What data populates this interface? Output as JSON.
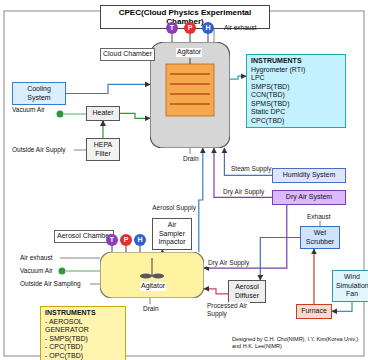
{
  "diagram": {
    "title": "CPEC(Cloud Physics Experimental Chamber)",
    "nodes": [
      {
        "text": [
          "Cloud Chamber",
          "Agitator"
        ]
      },
      {
        "text": [
          "T"
        ]
      },
      {
        "text": [
          "P"
        ]
      },
      {
        "text": [
          "H"
        ]
      },
      {
        "text": [
          "Cooling System"
        ]
      },
      {
        "text": [
          "Heater"
        ]
      },
      {
        "text": [
          "HEPA Filter"
        ]
      },
      {
        "text": [
          "INSTRUMENTS",
          "Hygrometer (RTI)",
          "LPC",
          "SMPS(TBD)",
          "CCN(TBD)",
          "SPMS(TBD)",
          "Static DPC",
          "CPC(TBD)"
        ]
      },
      {
        "text": [
          "Humidity System"
        ]
      },
      {
        "text": [
          "Dry Air System"
        ]
      },
      {
        "text": [
          "Aerosol Chamber",
          "Agitator"
        ]
      },
      {
        "text": [
          "T"
        ]
      },
      {
        "text": [
          "P"
        ]
      },
      {
        "text": [
          "H"
        ]
      },
      {
        "text": [
          "Air Sampler Impactor"
        ]
      },
      {
        "text": [
          "INSTRUMENTS",
          "- AEROSOL GENERATOR",
          "- SMPS(TBD)",
          "- CPC(TBD)",
          "- OPC(TBD)"
        ]
      },
      {
        "text": [
          "Aerosol Diffuser"
        ]
      },
      {
        "text": [
          "Wet Scrubber"
        ]
      },
      {
        "text": [
          "Furnace"
        ]
      },
      {
        "text": [
          "Wind Simulation Fan"
        ]
      }
    ],
    "edges": [
      {
        "from": 4,
        "to": 0,
        "arrow": "to"
      },
      {
        "from": 5,
        "to": 0,
        "arrow": "to"
      },
      {
        "from": 6,
        "to": 5,
        "arrow": "to"
      },
      {
        "from": 8,
        "to": 0,
        "label": "Steam Supply",
        "arrow": "to"
      },
      {
        "from": 9,
        "to": 0,
        "label": "Dry Air Supply",
        "arrow": "to"
      },
      {
        "from": 9,
        "to": 10,
        "label": "Dry Air Supply",
        "arrow": "to"
      },
      {
        "from": 10,
        "to": 0,
        "label": "Aerosol Supply",
        "arrow": "to"
      },
      {
        "from": 0,
        "to": 7,
        "arrow": "to"
      },
      {
        "from": 16,
        "to": 10,
        "label": "Processed Air Supply",
        "arrow": "to"
      },
      {
        "from": 17,
        "to": 16,
        "arrow": "to"
      },
      {
        "from": 18,
        "to": 17,
        "arrow": "to"
      },
      {
        "from": 19,
        "to": 18,
        "arrow": "to"
      },
      {
        "from": 10,
        "to": 14,
        "arrow": "to"
      },
      {
        "from": 1,
        "to": 0,
        "arrow": "none"
      },
      {
        "from": 2,
        "to": 0,
        "arrow": "none"
      },
      {
        "from": 3,
        "to": 0,
        "arrow": "none"
      },
      {
        "from": 11,
        "to": 10,
        "arrow": "none"
      },
      {
        "from": 12,
        "to": 10,
        "arrow": "none"
      },
      {
        "from": 13,
        "to": 10,
        "arrow": "none"
      }
    ],
    "labels": [
      "Air exhaust",
      "Vacuum Air",
      "Outside Air Supply",
      "Drain",
      "Air exhaust",
      "Vacuum Air",
      "Outside Air Sampling",
      "Drain",
      "Exhaust",
      "Designed by C.H. Cho(NIMR), I.Y. Kim(Korea Univ.) and H.K. Lee(NIMR)"
    ]
  }
}
